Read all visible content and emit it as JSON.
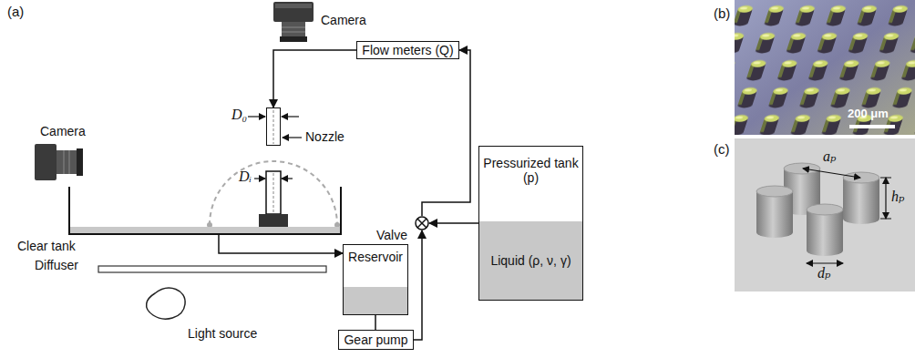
{
  "diagram": {
    "nodes": [
      {
        "text": [
          "Flow meters (Q)"
        ]
      },
      {
        "text": [
          "Nozzle"
        ]
      },
      {
        "text": [
          "Clear tank"
        ]
      },
      {
        "text": [
          "Pressurized tank (p)"
        ]
      },
      {
        "text": [
          "Liquid (ρ, ν, γ)"
        ],
        "in": 3
      },
      {
        "text": [
          "Valve"
        ]
      },
      {
        "text": [
          "Reservoir"
        ]
      },
      {
        "text": [
          "Gear pump"
        ]
      }
    ],
    "edges": [
      {
        "from": 0,
        "to": 1,
        "arrow": "to"
      },
      {
        "from": 5,
        "to": 0,
        "arrow": "to"
      },
      {
        "from": 3,
        "to": 5,
        "arrow": "to"
      },
      {
        "from": 7,
        "to": 5,
        "arrow": "to"
      },
      {
        "from": 6,
        "to": 7,
        "arrow": "none"
      },
      {
        "from": 2,
        "to": 6,
        "arrow": "to"
      }
    ],
    "labels": [
      "(a)",
      "Camera",
      "Camera",
      "D₀",
      "Dᵢ",
      "Diffuser",
      "Light source",
      "(b)",
      "200 μm",
      "(c)",
      "aₚ",
      "hₚ",
      "dₚ"
    ]
  }
}
